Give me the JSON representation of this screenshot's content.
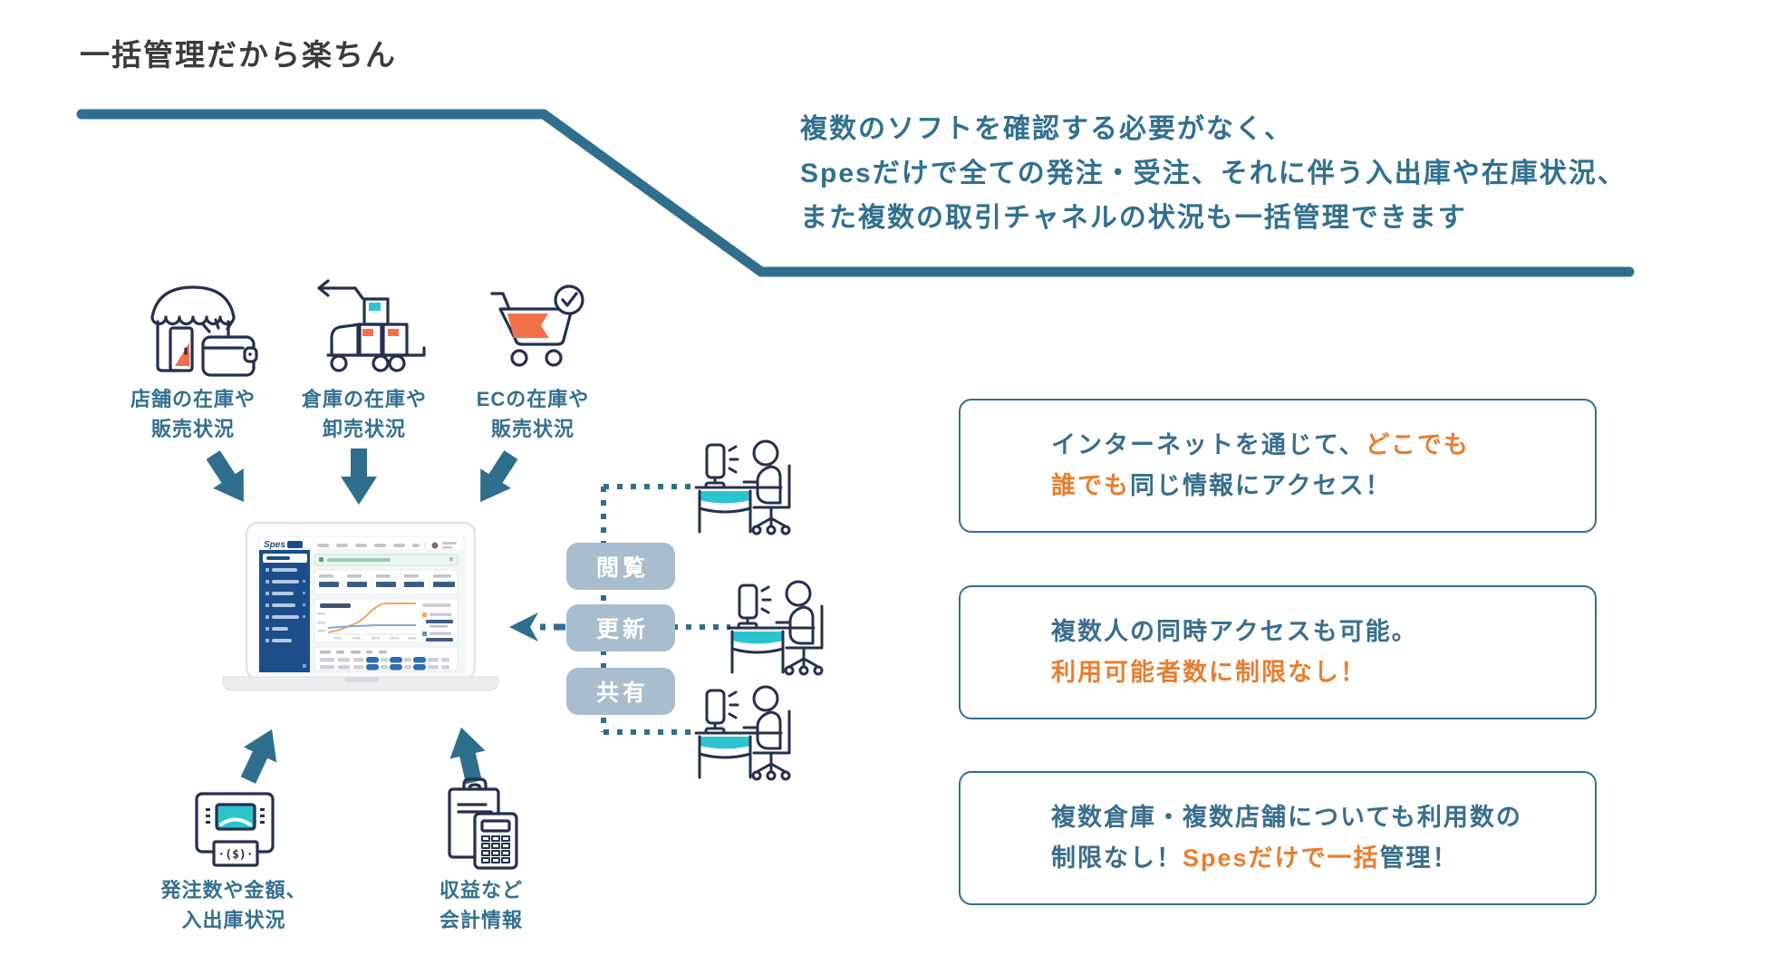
{
  "slide": {
    "title": "一括管理だから楽ちん",
    "headline_lines": [
      "複数のソフトを確認する必要がなく、",
      "Spesだけで全ての発注・受注、それに伴う入出庫や在庫状況、",
      "また複数の取引チャネルの状況も一括管理できます"
    ]
  },
  "top_sources": [
    {
      "icon": "storefront-icon",
      "line1": "店舗の在庫や",
      "line2": "販売状況"
    },
    {
      "icon": "delivery-truck-icon",
      "line1": "倉庫の在庫や",
      "line2": "卸売状況"
    },
    {
      "icon": "shopping-cart-icon",
      "line1": "ECの在庫や",
      "line2": "販売状況"
    }
  ],
  "bottom_sources": [
    {
      "icon": "pos-terminal-icon",
      "line1": "発注数や金額、",
      "line2": "入出庫状況",
      "receipt_text": "·($)·"
    },
    {
      "icon": "accounting-icon",
      "line1": "収益など",
      "line2": "会計情報"
    }
  ],
  "actions": [
    {
      "label": "閲覧"
    },
    {
      "label": "更新"
    },
    {
      "label": "共有"
    }
  ],
  "laptop": {
    "logo": "Spes"
  },
  "benefits": [
    {
      "line1": [
        {
          "text": "インターネットを通じて、"
        },
        {
          "text": "どこでも"
        }
      ],
      "line2": [
        {
          "text": "誰でも"
        },
        {
          "text": "同じ情報にアクセス！"
        }
      ]
    },
    {
      "line1": [
        {
          "text": "複数人の同時アクセスも可能。"
        }
      ],
      "line2": [
        {
          "text": "利用可能者数に制限なし！"
        }
      ]
    },
    {
      "line1": [
        {
          "text": "複数倉庫・複数店舗についても利用数の"
        }
      ],
      "line2": [
        {
          "text": "制限なし！"
        },
        {
          "text": "Spesだけで一括"
        },
        {
          "text": "管理！"
        }
      ]
    }
  ],
  "colors": {
    "teal_line": "#2F6E8D",
    "teal_text": "#396E8C",
    "orange": "#E87E2E",
    "chip_bg": "#A8BDCD",
    "icon_navy": "#24304E",
    "icon_teal": "#2BC4CE",
    "icon_orange": "#F2714B",
    "sidebar_blue": "#1B4E8A"
  }
}
